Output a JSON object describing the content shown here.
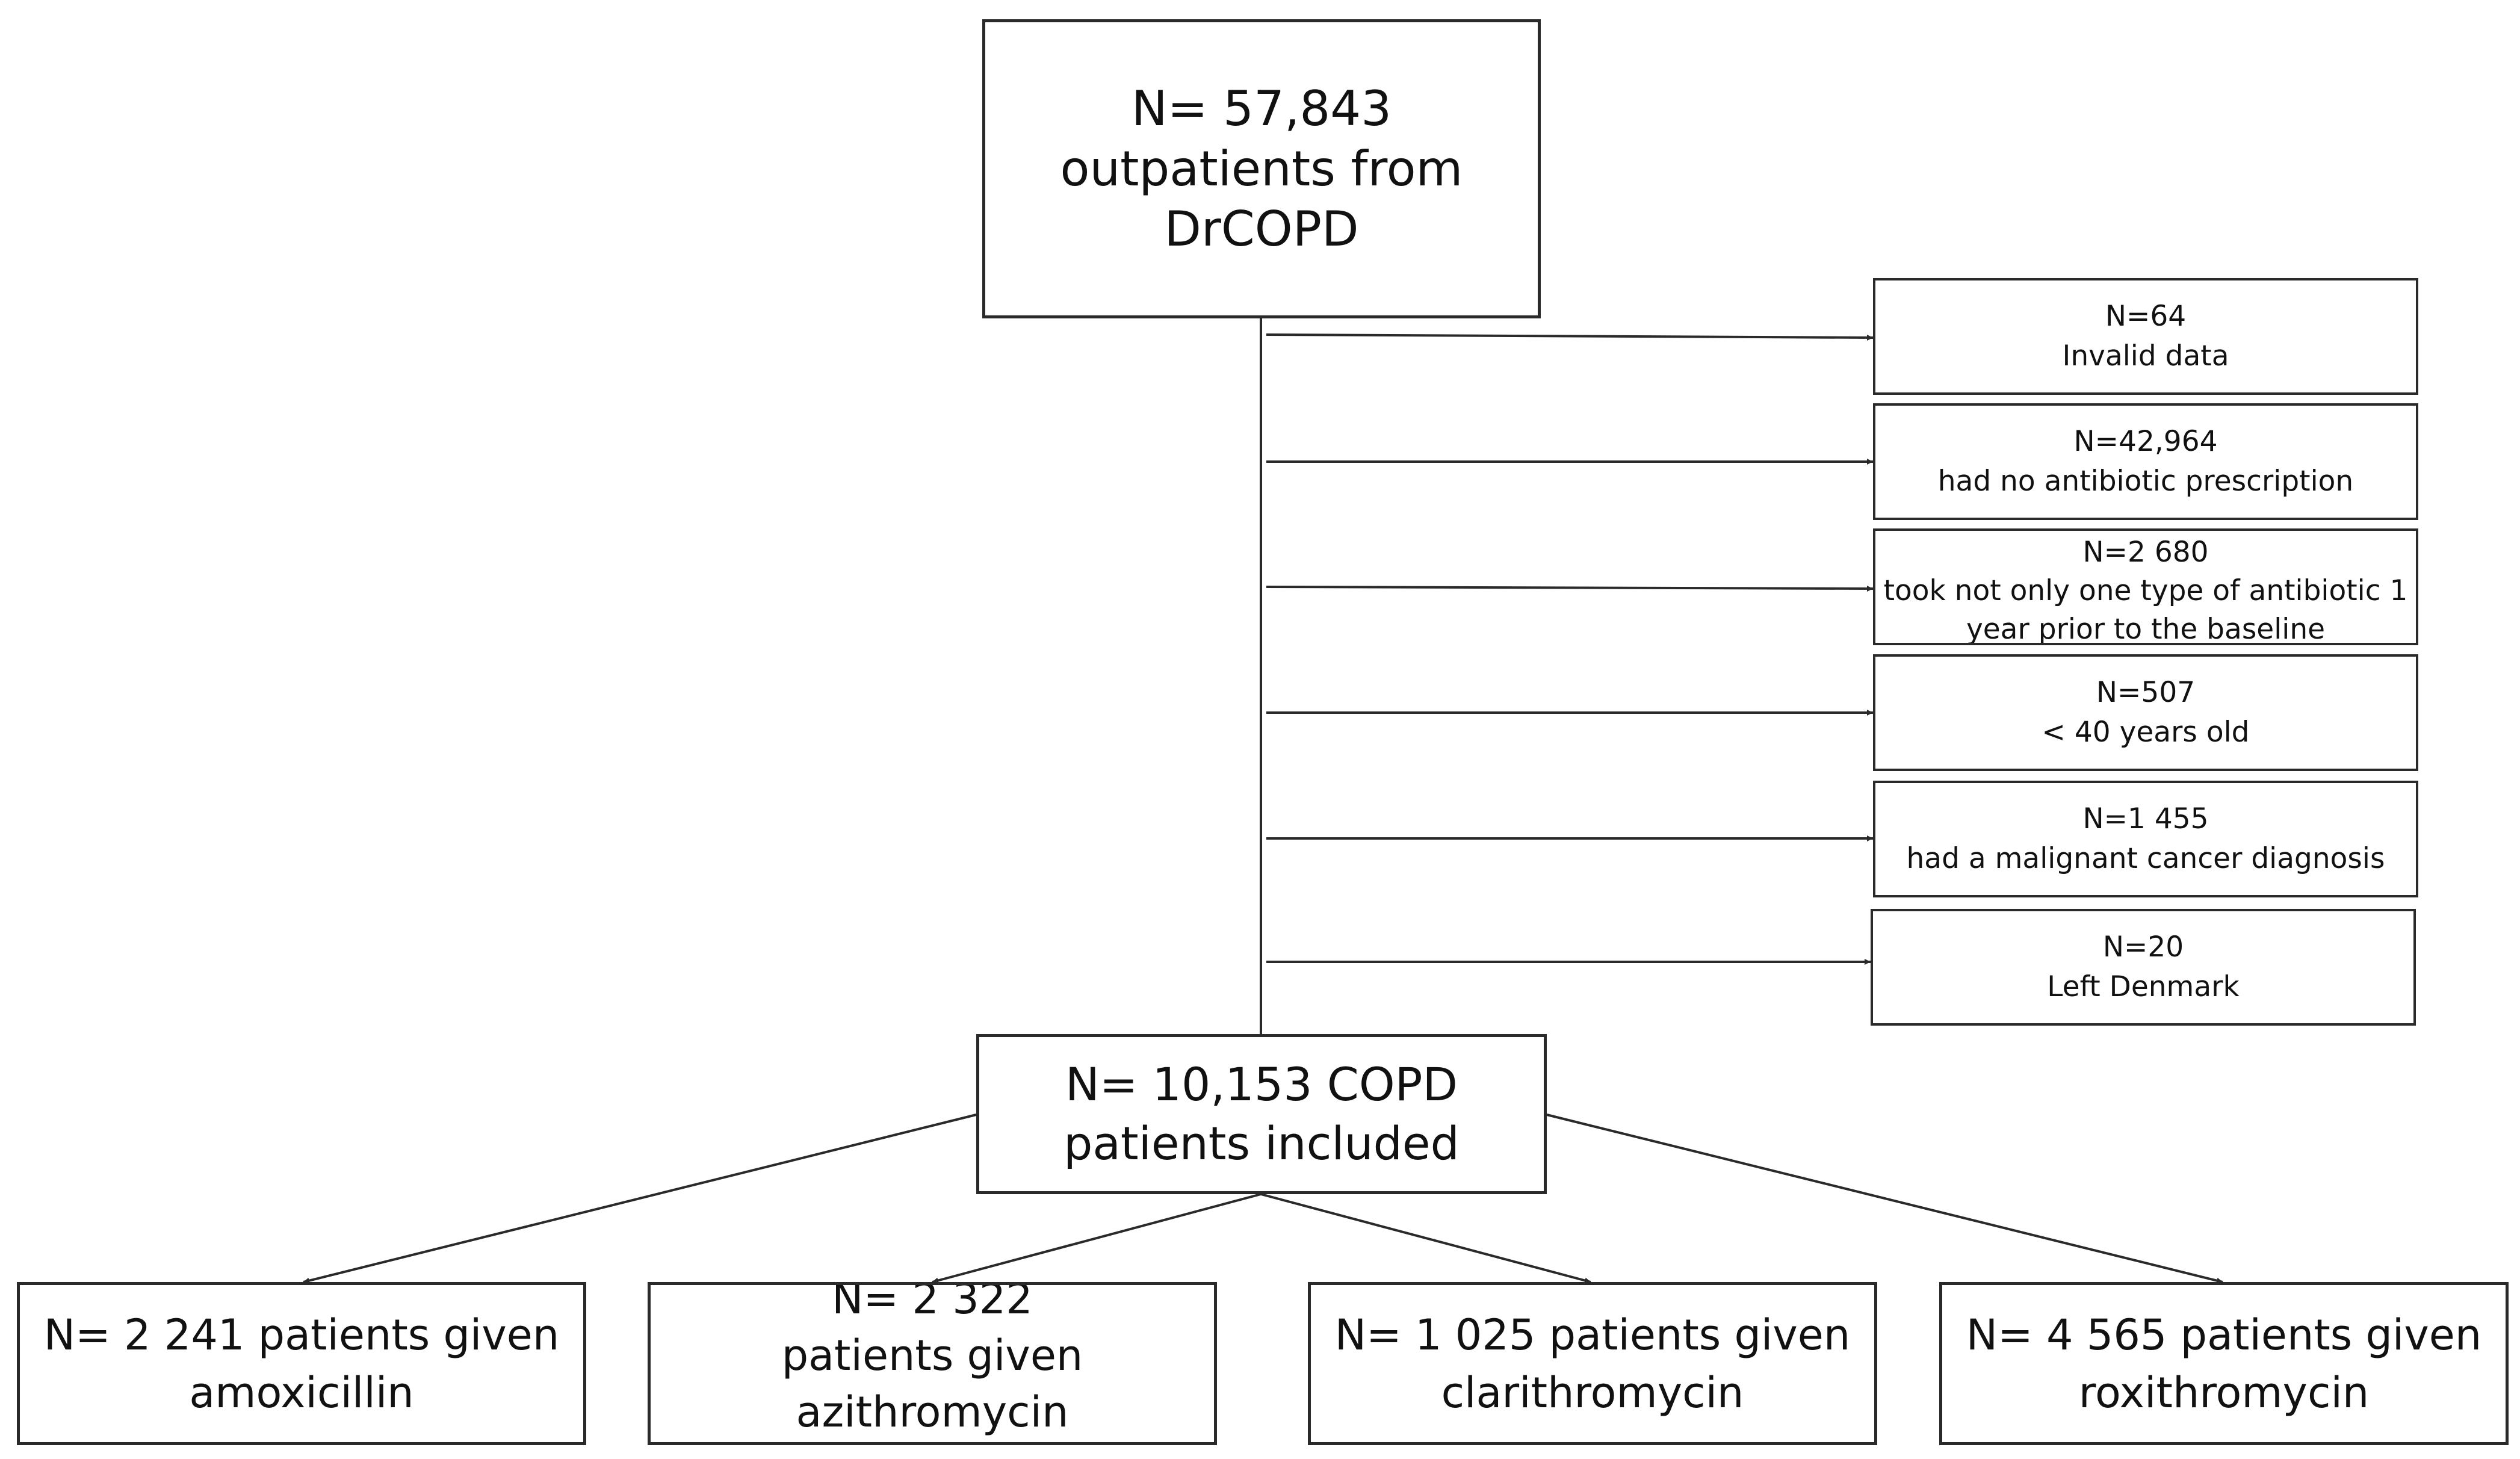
{
  "source": {
    "count": "N= 57,843",
    "label": "outpatients from DrCOPD"
  },
  "exclusions": [
    {
      "count": "N=64",
      "lines": [
        "Invalid data"
      ]
    },
    {
      "count": "N=42,964",
      "lines": [
        "had no antibiotic prescription"
      ]
    },
    {
      "count": "N=2 680",
      "lines": [
        "took not only one type of antibiotic 1",
        "year prior to the baseline"
      ]
    },
    {
      "count": "N=507",
      "lines": [
        "< 40 years old"
      ]
    },
    {
      "count": "N=1 455",
      "lines": [
        "had a malignant cancer diagnosis"
      ]
    },
    {
      "count": "N=20",
      "lines": [
        "Left Denmark"
      ]
    }
  ],
  "included": {
    "line1": "N= 10,153 COPD",
    "line2": "patients included"
  },
  "arms": [
    {
      "line1": "N=  2 241 patients given",
      "line2": "amoxicillin"
    },
    {
      "line1": "N= 2 322",
      "line2": "patients given",
      "line3": "azithromycin"
    },
    {
      "line1": "N= 1 025 patients given",
      "line2": "clarithromycin"
    },
    {
      "line1": "N= 4 565 patients given",
      "line2": "roxithromycin"
    }
  ],
  "colors": {
    "line": "#2a2a2a",
    "box_border": "#2a2a2a",
    "background": "#ffffff"
  }
}
